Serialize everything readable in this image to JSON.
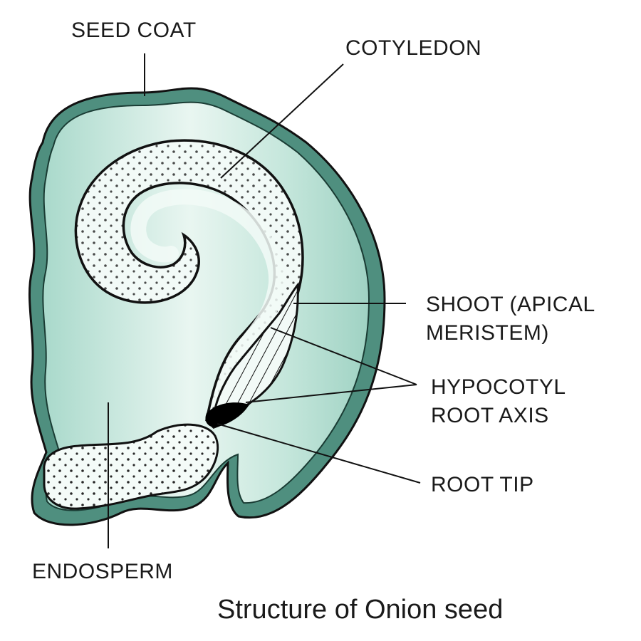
{
  "labels": {
    "seed_coat": "SEED COAT",
    "cotyledon": "COTYLEDON",
    "shoot_line1": "SHOOT (APICAL",
    "shoot_line2": "MERISTEM)",
    "hypocotyl_line1": "HYPOCOTYL",
    "hypocotyl_line2": "ROOT AXIS",
    "root_tip": "ROOT TIP",
    "endosperm": "ENDOSPERM"
  },
  "caption": "Structure of Onion seed",
  "colors": {
    "seed_coat": "#4f8f7f",
    "endosperm_fill": "#b9e2d6",
    "endosperm_light": "#eef8f4",
    "embryo_fill": "#f2faf7",
    "outline": "#111111",
    "text": "#1a1a1a"
  }
}
